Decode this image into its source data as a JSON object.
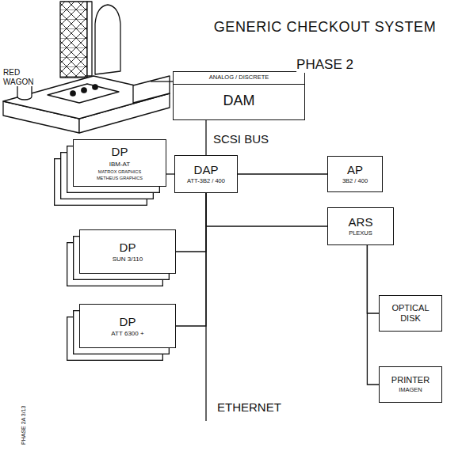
{
  "diagram": {
    "title": "GENERIC CHECKOUT SYSTEM",
    "nodes": [
      {
        "text": [
          "ANALOG / DISCRETE",
          "DAM"
        ]
      },
      {
        "text": [
          "DAP",
          "ATT-3B2 / 400"
        ]
      },
      {
        "text": [
          "DP",
          "IBM-AT",
          "MATROX GRAPHICS",
          "METHEUS GRAPHICS"
        ]
      },
      {
        "text": [
          "AP",
          "3B2 / 400"
        ]
      },
      {
        "text": [
          "DP",
          "SUN 3/110"
        ]
      },
      {
        "text": [
          "ARS",
          "PLEXUS"
        ]
      },
      {
        "text": [
          "OPTICAL DISK"
        ]
      },
      {
        "text": [
          "DP",
          "ATT 6300 +"
        ]
      },
      {
        "text": [
          "PRINTER",
          "IMAGEN"
        ]
      }
    ],
    "edges": [
      {
        "from": 0,
        "to": 1,
        "label": "SCSI BUS",
        "arrow": "none"
      },
      {
        "from": 1,
        "to": 2,
        "arrow": "none"
      },
      {
        "from": 1,
        "to": 3,
        "arrow": "none"
      },
      {
        "from": 1,
        "to": 4,
        "arrow": "none"
      },
      {
        "from": 1,
        "to": 5,
        "arrow": "none"
      },
      {
        "from": 1,
        "to": 7,
        "arrow": "none"
      },
      {
        "from": 5,
        "to": 6,
        "arrow": "none"
      },
      {
        "from": 5,
        "to": 8,
        "arrow": "none"
      }
    ],
    "labels": [
      "PHASE 2",
      "RED WAGON",
      "ETHERNET",
      "PHASE 2A 3/13"
    ]
  }
}
